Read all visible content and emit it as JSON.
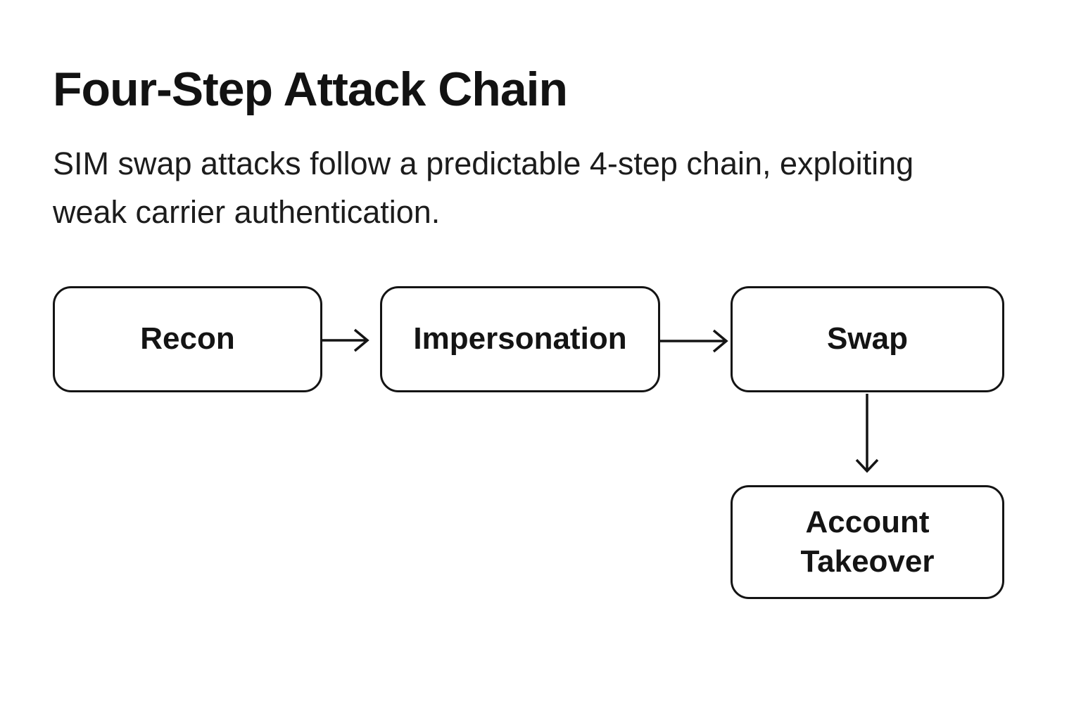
{
  "page": {
    "title": "Four-Step Attack Chain",
    "subtitle": "SIM swap attacks follow a predictable 4-step chain, exploiting weak carrier authentication."
  },
  "diagram": {
    "type": "flowchart",
    "nodes": [
      {
        "id": "recon",
        "label": "Recon"
      },
      {
        "id": "impersonation",
        "label": "Impersonation"
      },
      {
        "id": "swap",
        "label": "Swap"
      },
      {
        "id": "account-takeover",
        "label": "Account Takeover"
      }
    ],
    "edges": [
      {
        "from": "recon",
        "to": "impersonation",
        "direction": "right"
      },
      {
        "from": "impersonation",
        "to": "swap",
        "direction": "right"
      },
      {
        "from": "swap",
        "to": "account-takeover",
        "direction": "down"
      }
    ],
    "colors": {
      "background": "#ffffff",
      "node_fill": "#ffffff",
      "node_stroke": "#141414",
      "text": "#161616"
    }
  }
}
